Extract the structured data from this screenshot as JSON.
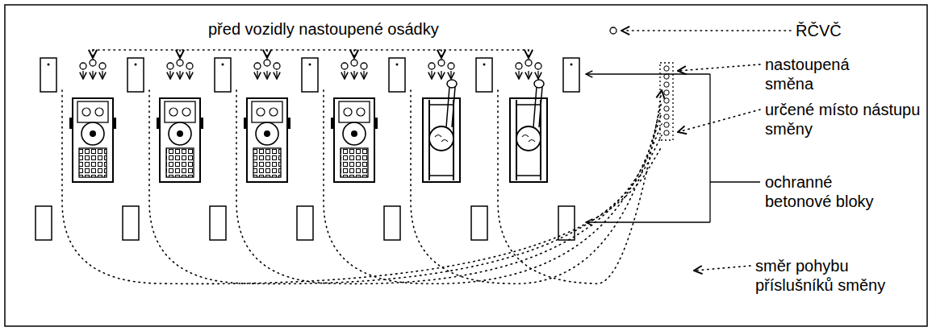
{
  "diagram": {
    "labels": [
      "před vozidly nastoupené osádky",
      "ŘČVČ",
      "nastoupená směna",
      "určené místo nástupu směny",
      "ochranné betonové bloky",
      "směr pohybu příslušníků směny"
    ]
  }
}
